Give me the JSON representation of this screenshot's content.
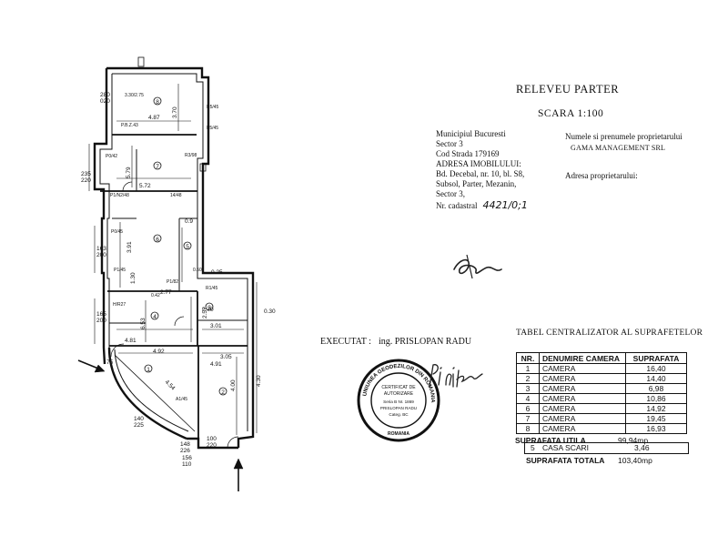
{
  "header": {
    "title": "RELEVEU PARTER",
    "scale": "SCARA  1:100"
  },
  "location": {
    "municipality": "Municipiul Bucuresti",
    "sector": "Sector 3",
    "street_code": "Cod Strada 179169",
    "address_label": "ADRESA IMOBILULUI:",
    "address_line1": "Bd. Decebal, nr. 10, bl. S8,",
    "address_line2": "Subsol, Parter, Mezanin,",
    "address_line3": "Sector 3,",
    "cadastral_label": "Nr. cadastral",
    "cadastral_value": "4421/0;1"
  },
  "owner": {
    "name_label": "Numele si prenumele proprietarului",
    "name": "GAMA MANAGEMENT SRL",
    "address_label": "Adresa proprietarului:"
  },
  "executed": {
    "label": "EXECUTAT :",
    "value": "ing. PRISLOPAN RADU"
  },
  "stamp": {
    "ring_text": "UNIUNEA GEODEZILOR DIN ROMANIA",
    "line1": "CERTIFICAT DE",
    "line2": "AUTORIZARE",
    "line3": "Seria B  Nr. 1869",
    "line4": "PRISLOPAN RADU",
    "line5": "Categ. BC",
    "country": "ROMANIA"
  },
  "summary_table": {
    "title": "TABEL CENTRALIZATOR AL SUPRAFETELOR",
    "headers": [
      "NR.",
      "DENUMIRE CAMERA",
      "SUPRAFATA"
    ],
    "rows": [
      [
        "1",
        "CAMERA",
        "16,40"
      ],
      [
        "2",
        "CAMERA",
        "14,40"
      ],
      [
        "3",
        "CAMERA",
        "6,98"
      ],
      [
        "4",
        "CAMERA",
        "10,86"
      ],
      [
        "6",
        "CAMERA",
        "14,92"
      ],
      [
        "7",
        "CAMERA",
        "19,45"
      ],
      [
        "8",
        "CAMERA",
        "16,93"
      ]
    ],
    "useful_label": "SUPRAFATA UTILA",
    "useful_value": "99,94mp",
    "stair_no": "5",
    "stair_name": "CASA SCARI",
    "stair_value": "3,46",
    "total_label": "SUPRAFATA TOTALA",
    "total_value": "103,40mp"
  },
  "plan": {
    "room_numbers": [
      "8",
      "7",
      "6",
      "5",
      "4",
      "3",
      "1",
      "2"
    ],
    "dims": [
      "4.87",
      "5.72",
      "4.92",
      "3.01",
      "3.05",
      "4.54",
      "1.30",
      "2.57",
      "3.70",
      "4.00",
      "5.79",
      "4.30",
      "6.53",
      "2.77",
      "0.9",
      "3.91",
      "4.91",
      "2.70",
      "4.81"
    ],
    "side_labels": [
      "280",
      "020",
      "235",
      "220",
      "163",
      "200",
      "165",
      "200",
      "140",
      "225",
      "148",
      "226",
      "156",
      "110",
      "100",
      "220",
      "75",
      "0.25",
      "0.30"
    ],
    "micro_labels": [
      "3.30/2.75",
      "P.B.Z.43",
      "R5/45",
      "P5/45",
      "P0/42",
      "P1/N2/48",
      "14/48",
      "R3/98",
      "P0/45",
      "P1/45",
      "P1/82",
      "H/R27",
      "R1/45",
      "A1/45",
      "0.42",
      "0.50"
    ]
  }
}
